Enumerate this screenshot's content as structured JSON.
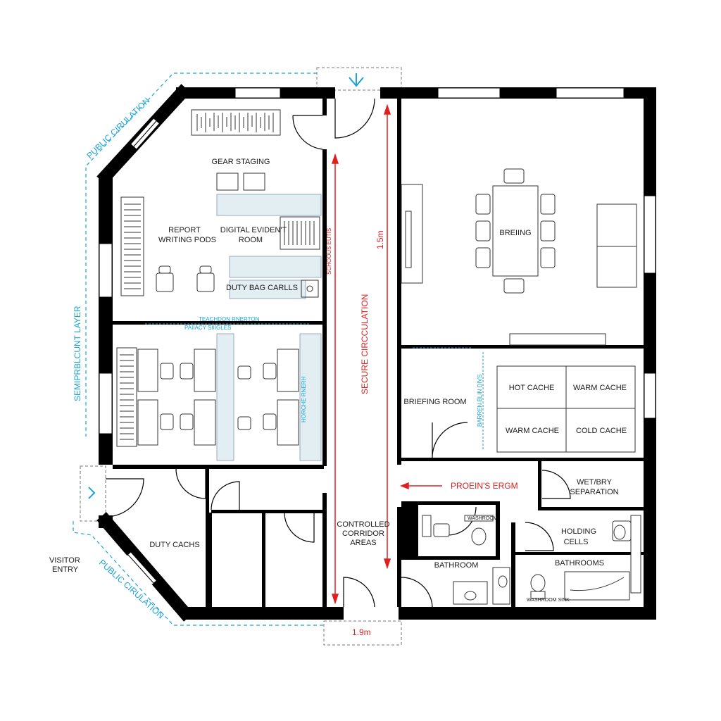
{
  "colors": {
    "wall": "#000000",
    "fixture": "#333333",
    "secure": "#e02020",
    "public": "#1aa3d9",
    "glass": "#cfe3ea"
  },
  "rooms": {
    "gear_staging": "GEAR STAGING",
    "report_line1": "REPORT",
    "report_line2": "WRITING PODS",
    "evidence_line1": "DIGITAL EVIDEN'T",
    "evidence_line2": "ROOM",
    "duty_bag": "DUTY BAG CARLLS",
    "breiing": "BREIING",
    "briefing_room": "BRIEFING ROOM",
    "hot_cache": "HOT CACHE",
    "warm_cache_top": "WARM CACHE",
    "warm_cache_bottom": "WARM CACHE",
    "cold_cache": "COLD CACHE",
    "wet_line1": "WET/BRY",
    "wet_line2": "SEPARATION",
    "holding_line1": "HOLDING",
    "holding_line2": "CELLS",
    "bathroom": "BATHROOM",
    "bathrooms": "BATHROOMS",
    "duty_cachs": "DUTY CACHS",
    "corridor_line1": "CONTROLLED",
    "corridor_line2": "CORRIDOR",
    "corridor_line3": "AREAS"
  },
  "annotations": {
    "public_circ_top": "PUBLIC CIRULATION",
    "public_circ_bottom": "PUBLIC CIRULATION",
    "semipublic": "SEMIPRBLCUNT LAYER",
    "visitor_line1": "VISITOR",
    "visitor_line2": "ENTRY",
    "secure_circ": "SECURE CIRCCULATION",
    "dim_15": "1.5m",
    "dim_19": "1.9m",
    "proein": "PROEIN'S ERGM",
    "teach_line1": "TEACHDON RNERTON",
    "teach_line2": "PAIIACY SIIIGLES",
    "vert_red_tag": "SCHOOUS EUTIS",
    "vert_blue_tag": "HORCHE RNERH",
    "vert_blue_tag2": "BARREN BLIN DIVS",
    "wash_tag": "WASHROOM",
    "wash_tag2": "WASHROOM SINK"
  }
}
